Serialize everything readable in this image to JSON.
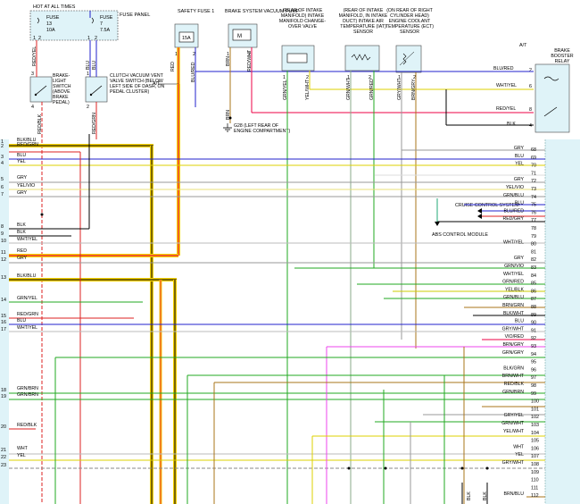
{
  "components": {
    "hot_label": "HOT AT ALL TIMES",
    "fuse13": {
      "name": "FUSE",
      "number": "13",
      "rating": "10A"
    },
    "fuse7": {
      "name": "FUSE",
      "number": "7",
      "rating": "7.5A"
    },
    "fuse_panel": "FUSE PANEL",
    "safety_fuse": {
      "name": "SAFETY FUSE 1",
      "rating": "15A"
    },
    "vacuum_pump": "BRAKE SYSTEM VACUUM PUMP",
    "changeover_valve": "(REAR OF INTAKE MANIFOLD) INTAKE MANIFOLD CHANGE-OVER VALVE",
    "iat_sensor": "(REAR OF INTAKE MANIFOLD, IN INTAKE DUCT) INTAKE AIR TEMPERATURE (IAT) SENSOR",
    "ect_sensor": "(ON REAR OF RIGHT CYLINDER HEAD) ENGINE COOLANT TEMPERATURE (ECT) SENSOR",
    "brake_light_switch": "BRAKE-LIGHT SWITCH (ABOVE BRAKE PEDAL)",
    "clutch_switch": "CLUTCH VACUUM VENT VALVE SWITCH (BELOW LEFT SIDE OF DASH, ON PEDAL CLUSTER)",
    "ground": "G28 (LEFT REAR OF ENGINE COMPARTMENT)",
    "at_top": "A/T",
    "at_left": "A/T",
    "brake_relay": "BRAKE BOOSTER RELAY",
    "cruise": "CRUISE CONTROL SYSTEM",
    "abs": "ABS CONTROL MODULE"
  },
  "wire_labels": {
    "red_yel": "RED/YEL",
    "blu1": "BLU",
    "blu2": "BLU",
    "red_blk": "RED/BLK",
    "red_grn": "RED/GRN",
    "red": "RED",
    "blu_red": "BLU/RED",
    "brn": "BRN",
    "red_wht": "RED/WHT",
    "brn2": "BRN",
    "grn_yel": "GRN/YEL",
    "yel_wht": "YEL/WHT",
    "grn_wht": "GRN/WHT",
    "grn_red": "GRN/RED",
    "gry_wht": "GRY/WHT",
    "brn_gry": "BRN/GRY",
    "blk1": "BLK",
    "blk2": "BLK",
    "relay_blu_red": "BLU/RED",
    "relay_wht_yel": "WHT/YEL",
    "relay_red_yel": "RED/YEL",
    "relay_blk": "BLK"
  },
  "pin_labels": {
    "fuse13_a": "1",
    "fuse13_b": "2",
    "fuse7_a": "1",
    "fuse7_b": "2",
    "sf_a": "1",
    "sf_b": "2",
    "vp_a": "1",
    "vp_b": "2",
    "cov_a": "1",
    "cov_b": "2",
    "iat_a": "1",
    "iat_b": "2",
    "ect_a": "1",
    "ect_b": "2",
    "bls_a": "3",
    "bls_b": "4",
    "cvs_a": "1",
    "cvs_b": "2",
    "relay_2": "2",
    "relay_6": "6",
    "relay_8": "8",
    "relay_4": "4"
  },
  "left_pins": [
    {
      "pin": "1",
      "label": "BLK/BLU"
    },
    {
      "pin": "2",
      "label": "RED/GRN"
    },
    {
      "pin": "3",
      "label": "BLU"
    },
    {
      "pin": "4",
      "label": "YEL"
    },
    {
      "pin": "5",
      "label": "GRY"
    },
    {
      "pin": "6",
      "label": "YEL/VIO"
    },
    {
      "pin": "7",
      "label": "GRY"
    },
    {
      "pin": "8",
      "label": "BLK"
    },
    {
      "pin": "9",
      "label": "BLK"
    },
    {
      "pin": "10",
      "label": "WHT/YEL"
    },
    {
      "pin": "11",
      "label": "RED"
    },
    {
      "pin": "12",
      "label": "GRY"
    },
    {
      "pin": "13",
      "label": "BLK/BLU"
    },
    {
      "pin": "14",
      "label": "GRN/YEL"
    },
    {
      "pin": "15",
      "label": "RED/GRN"
    },
    {
      "pin": "16",
      "label": "BLU"
    },
    {
      "pin": "17",
      "label": "WHT/YEL"
    },
    {
      "pin": "18",
      "label": "GRN/BRN"
    },
    {
      "pin": "19",
      "label": "GRN/BRN"
    },
    {
      "pin": "20",
      "label": "RED/BLK"
    },
    {
      "pin": "21",
      "label": "WHT"
    },
    {
      "pin": "22",
      "label": "YEL"
    },
    {
      "pin": "23",
      "label": ""
    }
  ],
  "right_pins": [
    {
      "pin": "68",
      "label": "GRY"
    },
    {
      "pin": "69",
      "label": "BLU"
    },
    {
      "pin": "70",
      "label": "YEL"
    },
    {
      "pin": "71",
      "label": ""
    },
    {
      "pin": "72",
      "label": "GRY"
    },
    {
      "pin": "73",
      "label": "YEL/VIO"
    },
    {
      "pin": "74",
      "label": "GRN/BLU"
    },
    {
      "pin": "75",
      "label": "BLU"
    },
    {
      "pin": "76",
      "label": "BLU/RED"
    },
    {
      "pin": "77",
      "label": "RED/GRY"
    },
    {
      "pin": "78",
      "label": ""
    },
    {
      "pin": "79",
      "label": ""
    },
    {
      "pin": "80",
      "label": "WHT/YEL"
    },
    {
      "pin": "81",
      "label": ""
    },
    {
      "pin": "82",
      "label": "GRY"
    },
    {
      "pin": "83",
      "label": "GRN/VIO"
    },
    {
      "pin": "84",
      "label": "WHT/YEL"
    },
    {
      "pin": "85",
      "label": "GRN/RED"
    },
    {
      "pin": "86",
      "label": "YEL/BLK"
    },
    {
      "pin": "87",
      "label": "GRN/BLU"
    },
    {
      "pin": "88",
      "label": "BRN/GRN"
    },
    {
      "pin": "89",
      "label": "BLK/WHT"
    },
    {
      "pin": "90",
      "label": "BLU"
    },
    {
      "pin": "91",
      "label": "GRY/WHT"
    },
    {
      "pin": "92",
      "label": "VIO/RED"
    },
    {
      "pin": "93",
      "label": "BRN/GRY"
    },
    {
      "pin": "94",
      "label": "GRN/GRY"
    },
    {
      "pin": "95",
      "label": ""
    },
    {
      "pin": "96",
      "label": "BLK/GRN"
    },
    {
      "pin": "97",
      "label": "BRN/WHT"
    },
    {
      "pin": "98",
      "label": "RED/BLK"
    },
    {
      "pin": "99",
      "label": "GRN/BRN"
    },
    {
      "pin": "100",
      "label": ""
    },
    {
      "pin": "101",
      "label": ""
    },
    {
      "pin": "102",
      "label": "GRY/YEL"
    },
    {
      "pin": "103",
      "label": "GRN/WHT"
    },
    {
      "pin": "104",
      "label": "YEL/WHT"
    },
    {
      "pin": "105",
      "label": ""
    },
    {
      "pin": "106",
      "label": "WHT"
    },
    {
      "pin": "107",
      "label": "YEL"
    },
    {
      "pin": "108",
      "label": "GRY/WHT"
    },
    {
      "pin": "109",
      "label": ""
    },
    {
      "pin": "110",
      "label": ""
    },
    {
      "pin": "111",
      "label": ""
    },
    {
      "pin": "112",
      "label": "BRN/BLU"
    }
  ]
}
